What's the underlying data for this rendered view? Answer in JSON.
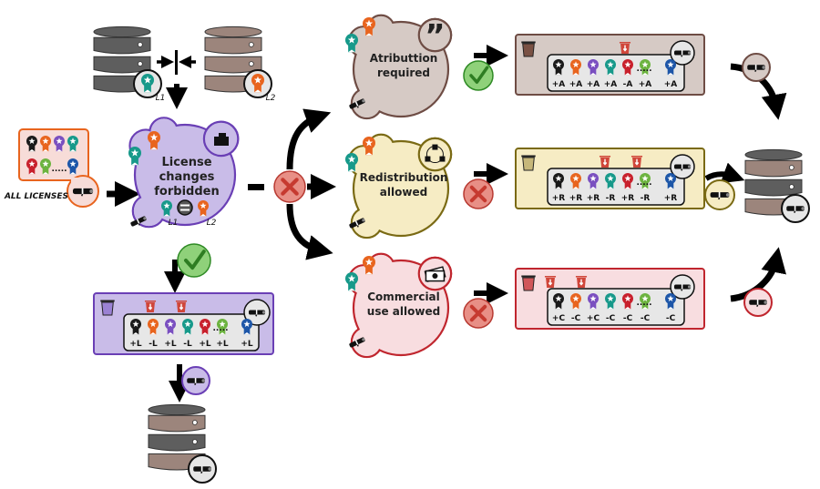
{
  "colors": {
    "license_black": "#1a1a1a",
    "license_orange": "#e8641e",
    "license_purple": "#7a4fc0",
    "license_teal": "#17998a",
    "license_red": "#c8202c",
    "license_green": "#6cb33f",
    "license_blue": "#1d56a8",
    "db_dark": "#5e5e5e",
    "db_brown": "#9c857c",
    "purple_fill": "#c9bce8",
    "purple_stroke": "#6a3fb5",
    "brown_fill": "#d6cac5",
    "brown_stroke": "#6e4c44",
    "yellow_fill": "#f6ecc4",
    "yellow_stroke": "#7a6a14",
    "pink_fill": "#f8dde0",
    "pink_stroke": "#c0262e",
    "orange_fill": "#f7dcd8",
    "orange_stroke": "#e8641e",
    "check_fill": "#8fd17a",
    "check_stroke": "#2e8a24",
    "cross_fill": "#e88f86",
    "cross_stroke": "#b83a32",
    "trash_red": "#d0463a"
  },
  "top": {
    "db_left_label": "L1",
    "db_right_label": "L2"
  },
  "all_licenses": {
    "label": "ALL LICENSES",
    "ellipsis": "....."
  },
  "center_node": {
    "title_lines": [
      "License",
      "changes",
      "forbidden"
    ],
    "l1": "L1",
    "l2": "L2"
  },
  "branches": [
    {
      "id": "attribution",
      "title_lines": [
        "Atributtion",
        "required"
      ],
      "icon": "quote-icon",
      "result": "check",
      "box": {
        "tags": [
          "+A",
          "+A",
          "+A",
          "+A",
          "-A",
          "+A",
          "+A"
        ],
        "removed_count": 1
      }
    },
    {
      "id": "redistribution",
      "title_lines": [
        "Redistribution",
        "allowed"
      ],
      "icon": "network-icon",
      "result": "cross",
      "box": {
        "tags": [
          "+R",
          "+R",
          "+R",
          "-R",
          "+R",
          "-R",
          "+R"
        ],
        "removed_count": 2
      }
    },
    {
      "id": "commercial",
      "title_lines": [
        "Commercial",
        "use allowed"
      ],
      "icon": "money-icon",
      "result": "cross",
      "box": {
        "tags": [
          "+C",
          "-C",
          "+C",
          "-C",
          "-C",
          "-C",
          "-C"
        ],
        "removed_count": 2
      }
    }
  ],
  "license_change_box": {
    "tags": [
      "+L",
      "-L",
      "+L",
      "-L",
      "+L",
      "+L",
      "+L"
    ],
    "removed_count": 2,
    "ellipsis": "....."
  },
  "ellipsis": "....."
}
